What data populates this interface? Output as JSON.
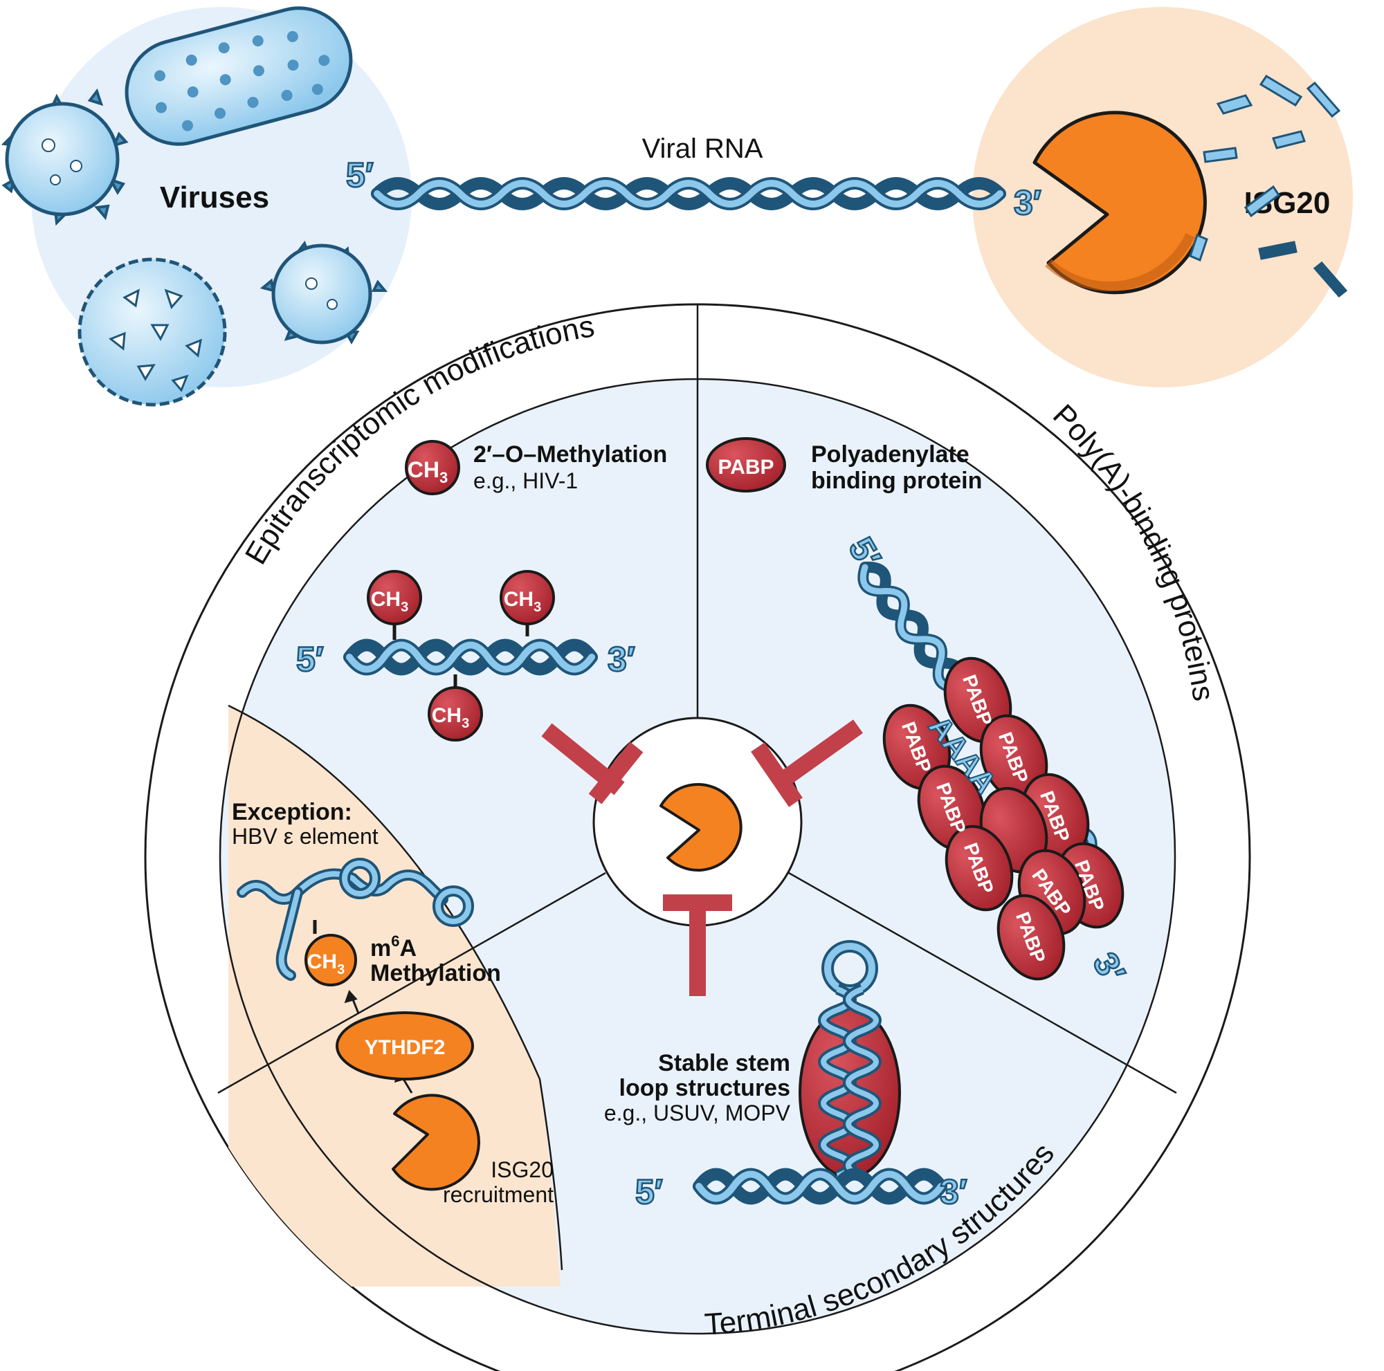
{
  "labels": {
    "viruses": "Viruses",
    "viral_rna": "Viral RNA",
    "isg20": "ISG20",
    "five_prime": "5′",
    "three_prime": "3′"
  },
  "sectors": {
    "epitranscriptomic": "Epitranscriptomic modifications",
    "polya": "Poly(A)-binding proteins",
    "terminal": "Terminal secondary structures"
  },
  "methylation": {
    "title": "2′–O–Methylation",
    "example": "e.g., HIV-1",
    "ch3": "CH",
    "ch3_sub": "3"
  },
  "pabp": {
    "badge": "PABP",
    "title_line1": "Polyadenylate",
    "title_line2": "binding protein",
    "stack_label": "PABP",
    "poly_a": "AAAA"
  },
  "exception": {
    "title": "Exception:",
    "subtitle": "HBV ε element",
    "m6a_m": "m",
    "m6a_sup": "6",
    "m6a_a": "A",
    "m6a_line2": "Methylation",
    "ythdf2": "YTHDF2",
    "recruit_line1": "ISG20",
    "recruit_line2": "recruitment"
  },
  "stemloop": {
    "line1": "Stable stem",
    "line2": "loop structures",
    "example": "e.g., USUV, MOPV"
  },
  "colors": {
    "virus_bg": "#e6f0fa",
    "isg_bg": "#fbe3cc",
    "sector_bg": "#e9f2fb",
    "exception_bg": "#fbe5cf",
    "rna_light": "#8cc8ec",
    "rna_dark": "#1f5578",
    "isg_orange": "#f58220",
    "methyl_red": "#c1333d",
    "inhibit_red": "#c1404a"
  }
}
